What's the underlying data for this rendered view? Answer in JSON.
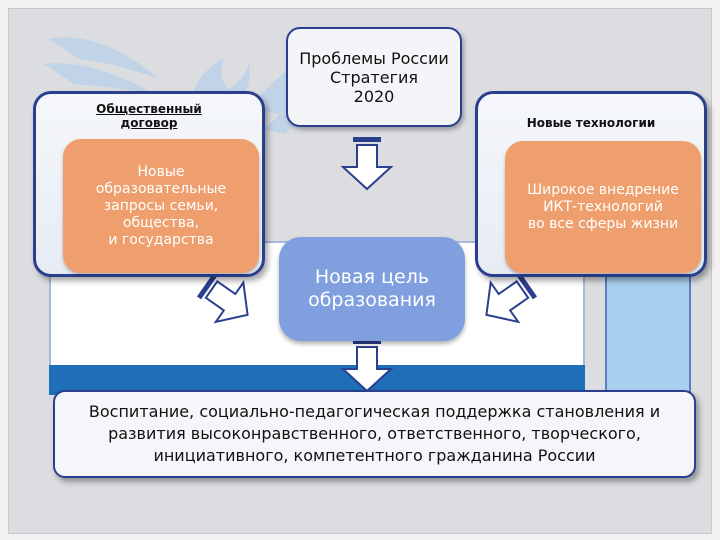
{
  "center_top": {
    "text": "Проблемы России\nСтратегия\n2020"
  },
  "left_box": {
    "label": "Общественный\nдоговор",
    "content": "Новые\nобразовательные\nзапросы семьи,\nобщества,\nи государства"
  },
  "right_box": {
    "label": "Новые технологии",
    "content": "Широкое внедрение\nИКТ-технологий\nво все сферы жизни"
  },
  "goal": {
    "text": "Новая цель\nобразования"
  },
  "bottom_box": {
    "text": "Воспитание, социально-педагогическая поддержка становления и\nразвития высоконравственного, ответственного, творческого,\nинициативного, компетентного гражданина России"
  },
  "colors": {
    "frame": "#2b3f8f",
    "orange": "#ef9f6e",
    "goal_blue": "#7f9fde",
    "band_blue": "#1e6fb8"
  }
}
